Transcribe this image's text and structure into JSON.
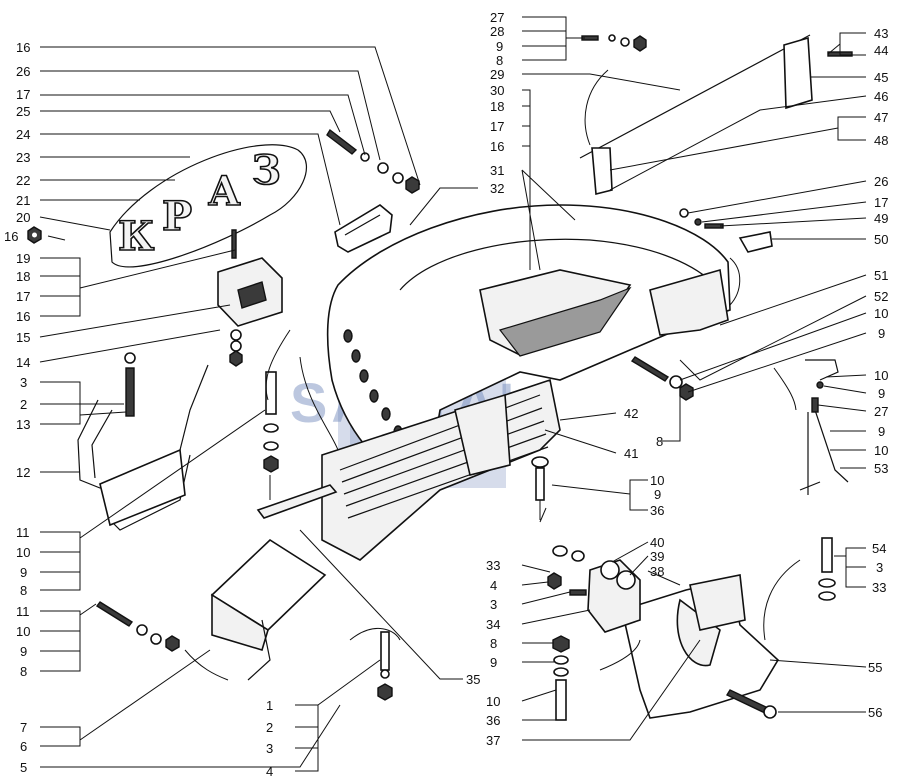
{
  "diagram": {
    "logo_letters": [
      "К",
      "Р",
      "А",
      "З"
    ],
    "watermark": "SANTAL",
    "callouts": [
      {
        "id": "c1",
        "text": "16"
      },
      {
        "id": "c2",
        "text": "26"
      },
      {
        "id": "c3",
        "text": "17"
      },
      {
        "id": "c4",
        "text": "25"
      },
      {
        "id": "c5",
        "text": "24"
      },
      {
        "id": "c6",
        "text": "23"
      },
      {
        "id": "c7",
        "text": "22"
      },
      {
        "id": "c8",
        "text": "21"
      },
      {
        "id": "c9",
        "text": "20"
      },
      {
        "id": "c10",
        "text": "16"
      },
      {
        "id": "c11",
        "text": "19"
      },
      {
        "id": "c12",
        "text": "18"
      },
      {
        "id": "c13",
        "text": "17"
      },
      {
        "id": "c14",
        "text": "16"
      },
      {
        "id": "c15",
        "text": "15"
      },
      {
        "id": "c16",
        "text": "14"
      },
      {
        "id": "c17",
        "text": "3"
      },
      {
        "id": "c18",
        "text": "2"
      },
      {
        "id": "c19",
        "text": "13"
      },
      {
        "id": "c20",
        "text": "12"
      },
      {
        "id": "c21",
        "text": "11"
      },
      {
        "id": "c22",
        "text": "10"
      },
      {
        "id": "c23",
        "text": "9"
      },
      {
        "id": "c24",
        "text": "8"
      },
      {
        "id": "c25",
        "text": "11"
      },
      {
        "id": "c26",
        "text": "10"
      },
      {
        "id": "c27",
        "text": "9"
      },
      {
        "id": "c28",
        "text": "8"
      },
      {
        "id": "c29",
        "text": "7"
      },
      {
        "id": "c30",
        "text": "6"
      },
      {
        "id": "c31",
        "text": "5"
      },
      {
        "id": "c32",
        "text": "27"
      },
      {
        "id": "c33",
        "text": "28"
      },
      {
        "id": "c34",
        "text": "9"
      },
      {
        "id": "c35",
        "text": "8"
      },
      {
        "id": "c36",
        "text": "29"
      },
      {
        "id": "c37",
        "text": "30"
      },
      {
        "id": "c38",
        "text": "18"
      },
      {
        "id": "c39",
        "text": "17"
      },
      {
        "id": "c40",
        "text": "16"
      },
      {
        "id": "c41",
        "text": "31"
      },
      {
        "id": "c42",
        "text": "32"
      },
      {
        "id": "c43",
        "text": "43"
      },
      {
        "id": "c44",
        "text": "44"
      },
      {
        "id": "c45",
        "text": "45"
      },
      {
        "id": "c46",
        "text": "46"
      },
      {
        "id": "c47",
        "text": "47"
      },
      {
        "id": "c48",
        "text": "48"
      },
      {
        "id": "c49",
        "text": "26"
      },
      {
        "id": "c50",
        "text": "17"
      },
      {
        "id": "c51",
        "text": "49"
      },
      {
        "id": "c52",
        "text": "50"
      },
      {
        "id": "c53",
        "text": "51"
      },
      {
        "id": "c54",
        "text": "52"
      },
      {
        "id": "c55",
        "text": "10"
      },
      {
        "id": "c56",
        "text": "9"
      },
      {
        "id": "c57",
        "text": "10"
      },
      {
        "id": "c58",
        "text": "9"
      },
      {
        "id": "c59",
        "text": "27"
      },
      {
        "id": "c60",
        "text": "9"
      },
      {
        "id": "c61",
        "text": "10"
      },
      {
        "id": "c62",
        "text": "53"
      },
      {
        "id": "c63",
        "text": "42"
      },
      {
        "id": "c64",
        "text": "8"
      },
      {
        "id": "c65",
        "text": "41"
      },
      {
        "id": "c66",
        "text": "10"
      },
      {
        "id": "c67",
        "text": "9"
      },
      {
        "id": "c68",
        "text": "36"
      },
      {
        "id": "c69",
        "text": "40"
      },
      {
        "id": "c70",
        "text": "39"
      },
      {
        "id": "c71",
        "text": "38"
      },
      {
        "id": "c72",
        "text": "33"
      },
      {
        "id": "c73",
        "text": "4"
      },
      {
        "id": "c74",
        "text": "3"
      },
      {
        "id": "c75",
        "text": "34"
      },
      {
        "id": "c76",
        "text": "8"
      },
      {
        "id": "c77",
        "text": "9"
      },
      {
        "id": "c78",
        "text": "10"
      },
      {
        "id": "c79",
        "text": "36"
      },
      {
        "id": "c80",
        "text": "37"
      },
      {
        "id": "c81",
        "text": "54"
      },
      {
        "id": "c82",
        "text": "3"
      },
      {
        "id": "c83",
        "text": "33"
      },
      {
        "id": "c84",
        "text": "55"
      },
      {
        "id": "c85",
        "text": "56"
      },
      {
        "id": "c86",
        "text": "35"
      },
      {
        "id": "c87",
        "text": "1"
      },
      {
        "id": "c88",
        "text": "2"
      },
      {
        "id": "c89",
        "text": "3"
      },
      {
        "id": "c90",
        "text": "4"
      }
    ]
  }
}
